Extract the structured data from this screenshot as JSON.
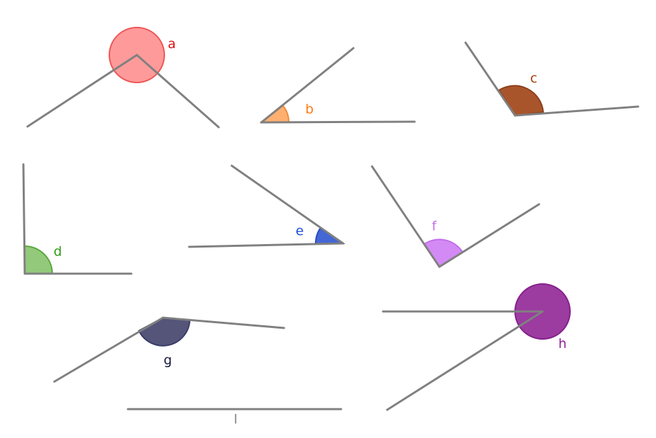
{
  "colors": {
    "ray_stroke": "#808080"
  },
  "angles": [
    {
      "id": "a",
      "label": "a",
      "fill": "#ff9a9a",
      "stroke": "#ee5555",
      "label_color": "#e01010"
    },
    {
      "id": "b",
      "label": "b",
      "fill": "#ffb070",
      "stroke": "#f08a3a",
      "label_color": "#ff7a10"
    },
    {
      "id": "c",
      "label": "c",
      "fill": "#a9552c",
      "stroke": "#8e3f1c",
      "label_color": "#a8420e"
    },
    {
      "id": "d",
      "label": "d",
      "fill": "#93c97a",
      "stroke": "#57a83a",
      "label_color": "#2f9a10"
    },
    {
      "id": "e",
      "label": "e",
      "fill": "#4467d6",
      "stroke": "#2a4ac0",
      "label_color": "#1f4ed8"
    },
    {
      "id": "f",
      "label": "f",
      "fill": "#d48af5",
      "stroke": "#c06ee8",
      "label_color": "#c770ee"
    },
    {
      "id": "g",
      "label": "g",
      "fill": "#545579",
      "stroke": "#3b3c68",
      "label_color": "#15163c"
    },
    {
      "id": "h",
      "label": "h",
      "fill": "#9c3ba0",
      "stroke": "#85208c",
      "label_color": "#8e1f92"
    }
  ],
  "segment": {
    "id": "l",
    "label": "l",
    "label_color": "#808080"
  }
}
